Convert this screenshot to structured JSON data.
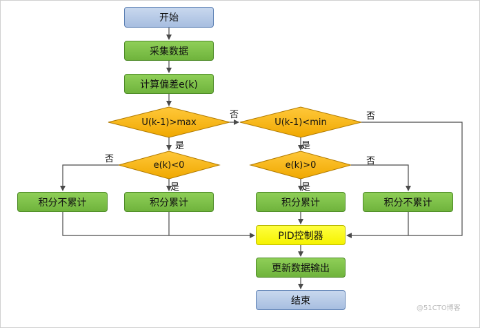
{
  "nodes": {
    "start": "开始",
    "collect": "采集数据",
    "calc_error": "计算偏差e(k)",
    "decision_max": "U(k-1)>max",
    "decision_min": "U(k-1)<min",
    "decision_ek_lt0": "e(k)<0",
    "decision_ek_gt0": "e(k)>0",
    "no_accum_left": "积分不累计",
    "accum_left": "积分累计",
    "accum_right": "积分累计",
    "no_accum_right": "积分不累计",
    "pid": "PID控制器",
    "update_output": "更新数据输出",
    "end": "结束"
  },
  "labels": {
    "no_max": "否",
    "yes_max": "是",
    "no_min": "否",
    "yes_min": "是",
    "no_lt0": "否",
    "yes_lt0": "是",
    "no_gt0": "否",
    "yes_gt0": "是"
  },
  "watermark": "@51CTO博客",
  "colors": {
    "start_end_fill": "#b4c7e7",
    "process_fill": "#77bb44",
    "decision_fill": "#ffb800",
    "pid_fill": "#ffff00",
    "line": "#4a4a4a"
  }
}
